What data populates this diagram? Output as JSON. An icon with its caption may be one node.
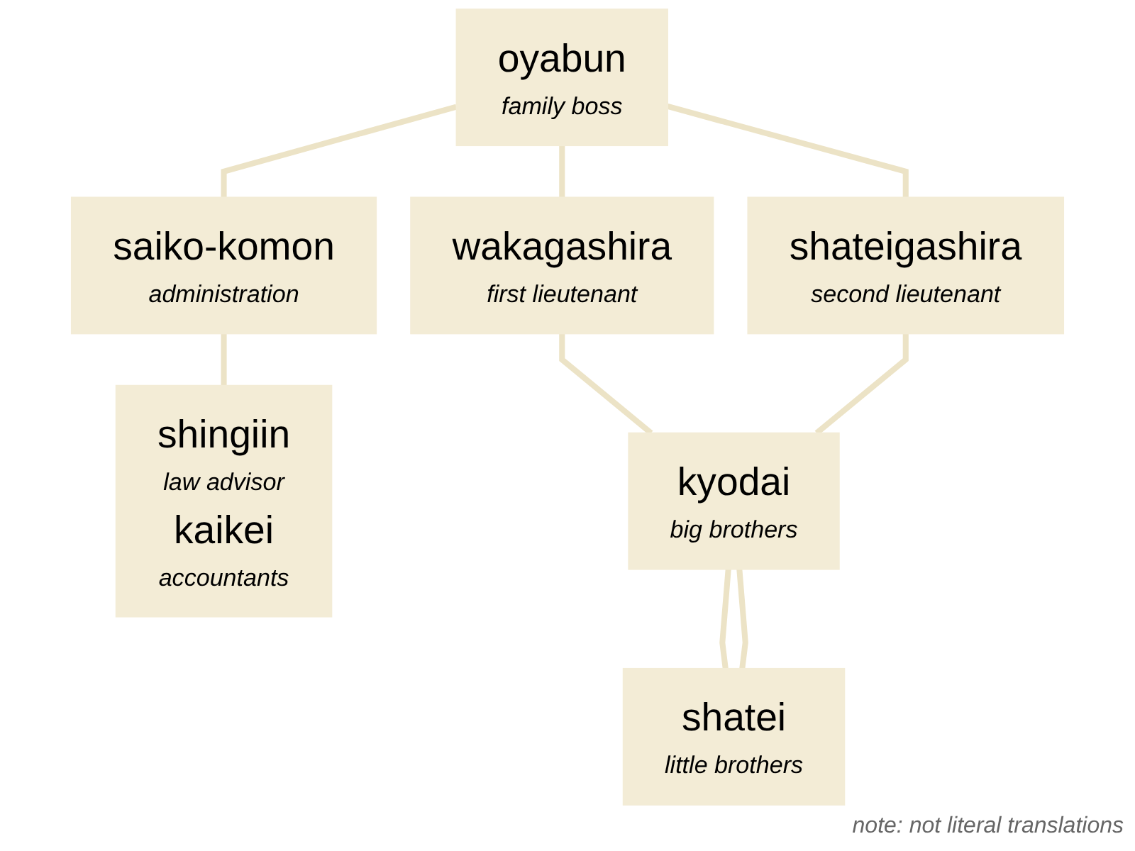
{
  "diagram": {
    "nodes": [
      {
        "text": [
          "oyabun",
          "family boss"
        ]
      },
      {
        "text": [
          "saiko-komon",
          "administration"
        ]
      },
      {
        "text": [
          "wakagashira",
          "first lieutenant"
        ]
      },
      {
        "text": [
          "shateigashira",
          "second lieutenant"
        ]
      },
      {
        "text": [
          "shingiin",
          "law advisor",
          "kaikei",
          "accountants"
        ]
      },
      {
        "text": [
          "kyodai",
          "big brothers"
        ]
      },
      {
        "text": [
          "shatei",
          "little brothers"
        ]
      }
    ],
    "edges": [
      {
        "from": 0,
        "to": 1,
        "arrow": "none"
      },
      {
        "from": 0,
        "to": 2,
        "arrow": "none"
      },
      {
        "from": 0,
        "to": 3,
        "arrow": "none"
      },
      {
        "from": 1,
        "to": 4,
        "arrow": "none"
      },
      {
        "from": 2,
        "to": 5,
        "arrow": "none"
      },
      {
        "from": 3,
        "to": 5,
        "arrow": "none"
      },
      {
        "from": 5,
        "to": 6,
        "arrow": "none"
      },
      {
        "from": 5,
        "to": 6,
        "arrow": "none"
      }
    ],
    "labels": [
      "note: not literal translations"
    ]
  }
}
